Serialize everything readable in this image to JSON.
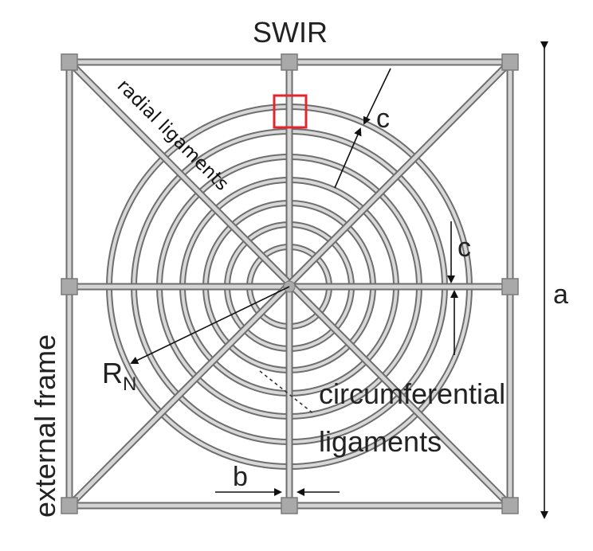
{
  "labels": {
    "top": "SWIR",
    "radial": "radial ligaments",
    "c_upper": "c",
    "c_right": "c",
    "a": "a",
    "r_main": "R",
    "r_sub": "N",
    "external_frame": "external frame",
    "circumferential_line1": "circumferential",
    "circumferential_line2": "ligaments",
    "b": "b"
  },
  "colors": {
    "highlight_box": "#e3262e",
    "ligament_edge": "#6e6e6e",
    "ligament_fill": "#d4d4d4",
    "node": "#a9a9a9"
  }
}
